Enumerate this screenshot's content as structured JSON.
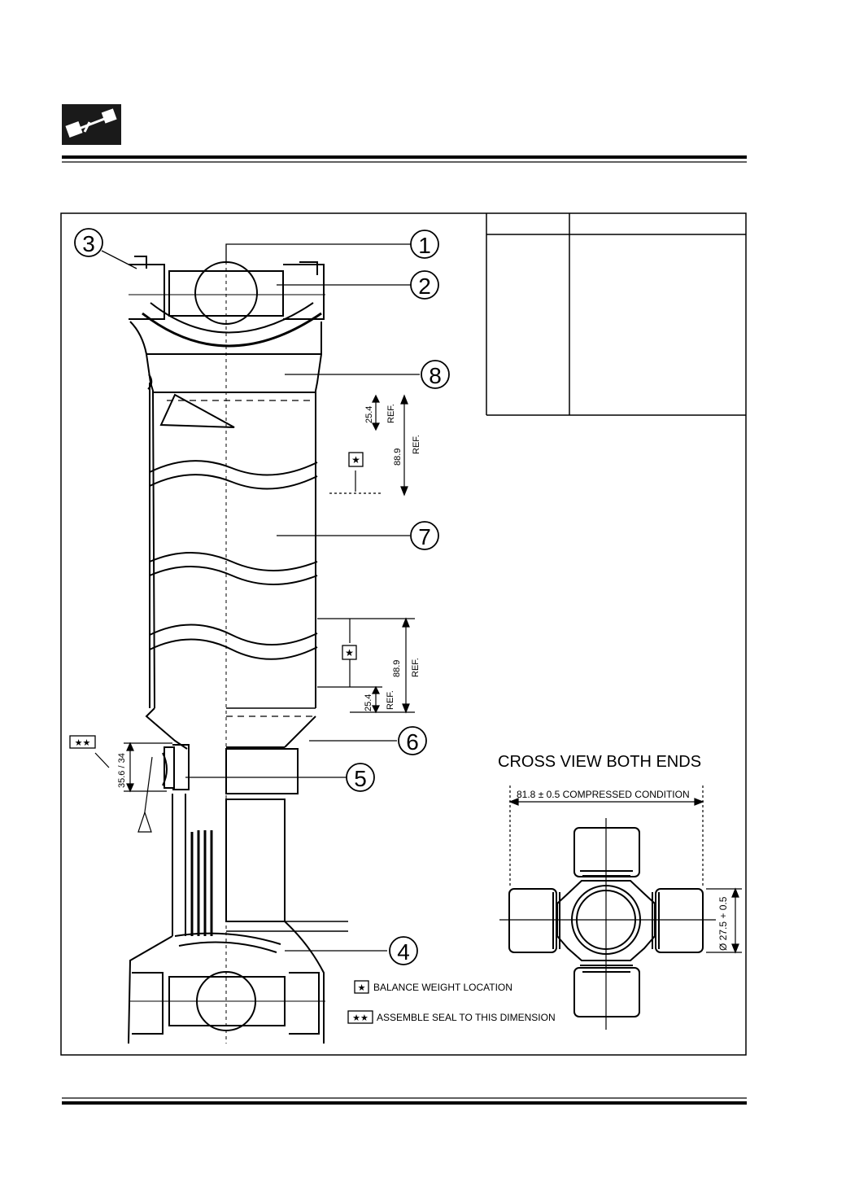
{
  "header": {
    "icon": "propeller-shaft-icon"
  },
  "callouts": [
    "1",
    "2",
    "3",
    "4",
    "5",
    "6",
    "7",
    "8"
  ],
  "dimensions": {
    "upper_short": "25.4",
    "upper_long": "88.9",
    "lower_short": "25.4",
    "lower_long": "88.9",
    "ref": "REF.",
    "seal": "35.6 / 34"
  },
  "markers": {
    "single": "★",
    "double": "★★"
  },
  "legend": {
    "balance": "BALANCE WEIGHT LOCATION",
    "seal": "ASSEMBLE SEAL TO THIS DIMENSION"
  },
  "cross_view": {
    "title": "CROSS VIEW BOTH ENDS",
    "width_dim": "81.8 ± 0.5 COMPRESSED  CONDITION",
    "diameter_dim": "Ø 27.5 + 0.5"
  },
  "parts_table": {
    "columns": 2,
    "rows": []
  },
  "colors": {
    "ink": "#000000",
    "paper": "#ffffff",
    "header_box": "#1a1a1a"
  }
}
